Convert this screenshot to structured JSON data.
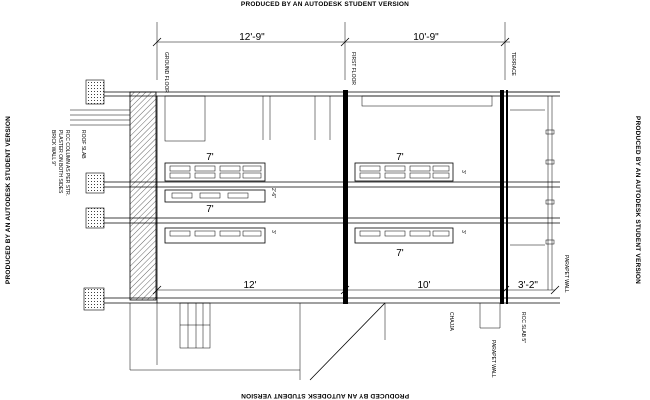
{
  "watermark": "PRODUCED BY AN AUTODESK STUDENT VERSION",
  "floors": {
    "ground": "GROUND FLOOR",
    "first": "FIRST FLOOR",
    "terrace": "TERRACE"
  },
  "dimensions": {
    "top_left": "12'-9\"",
    "top_mid": "10'-9\"",
    "bottom_left": "12'",
    "bottom_mid": "10'",
    "bottom_right": "3'-2\"",
    "win_top_left": "7'",
    "win_top_mid": "7'",
    "win_mid_left": "7'",
    "win_mid_right": "7'",
    "win_h1": "3'",
    "win_h2": "2'-6\"",
    "win_h3": "3'",
    "win_h4": "3'"
  },
  "notes": {
    "parapet_1": "PARAPET WALL",
    "parapet_2": "PARAPET WALL",
    "chajja": "CHAJJA",
    "rcc_slab": "RCC SLAB 5\"",
    "wall_a": "BRICK WALL 9\"",
    "wall_b": "PLASTER ON BOTH SIDES",
    "wall_c": "RCC COLUMN AS PER STR.",
    "wall_d": "ROOF SLAB"
  }
}
